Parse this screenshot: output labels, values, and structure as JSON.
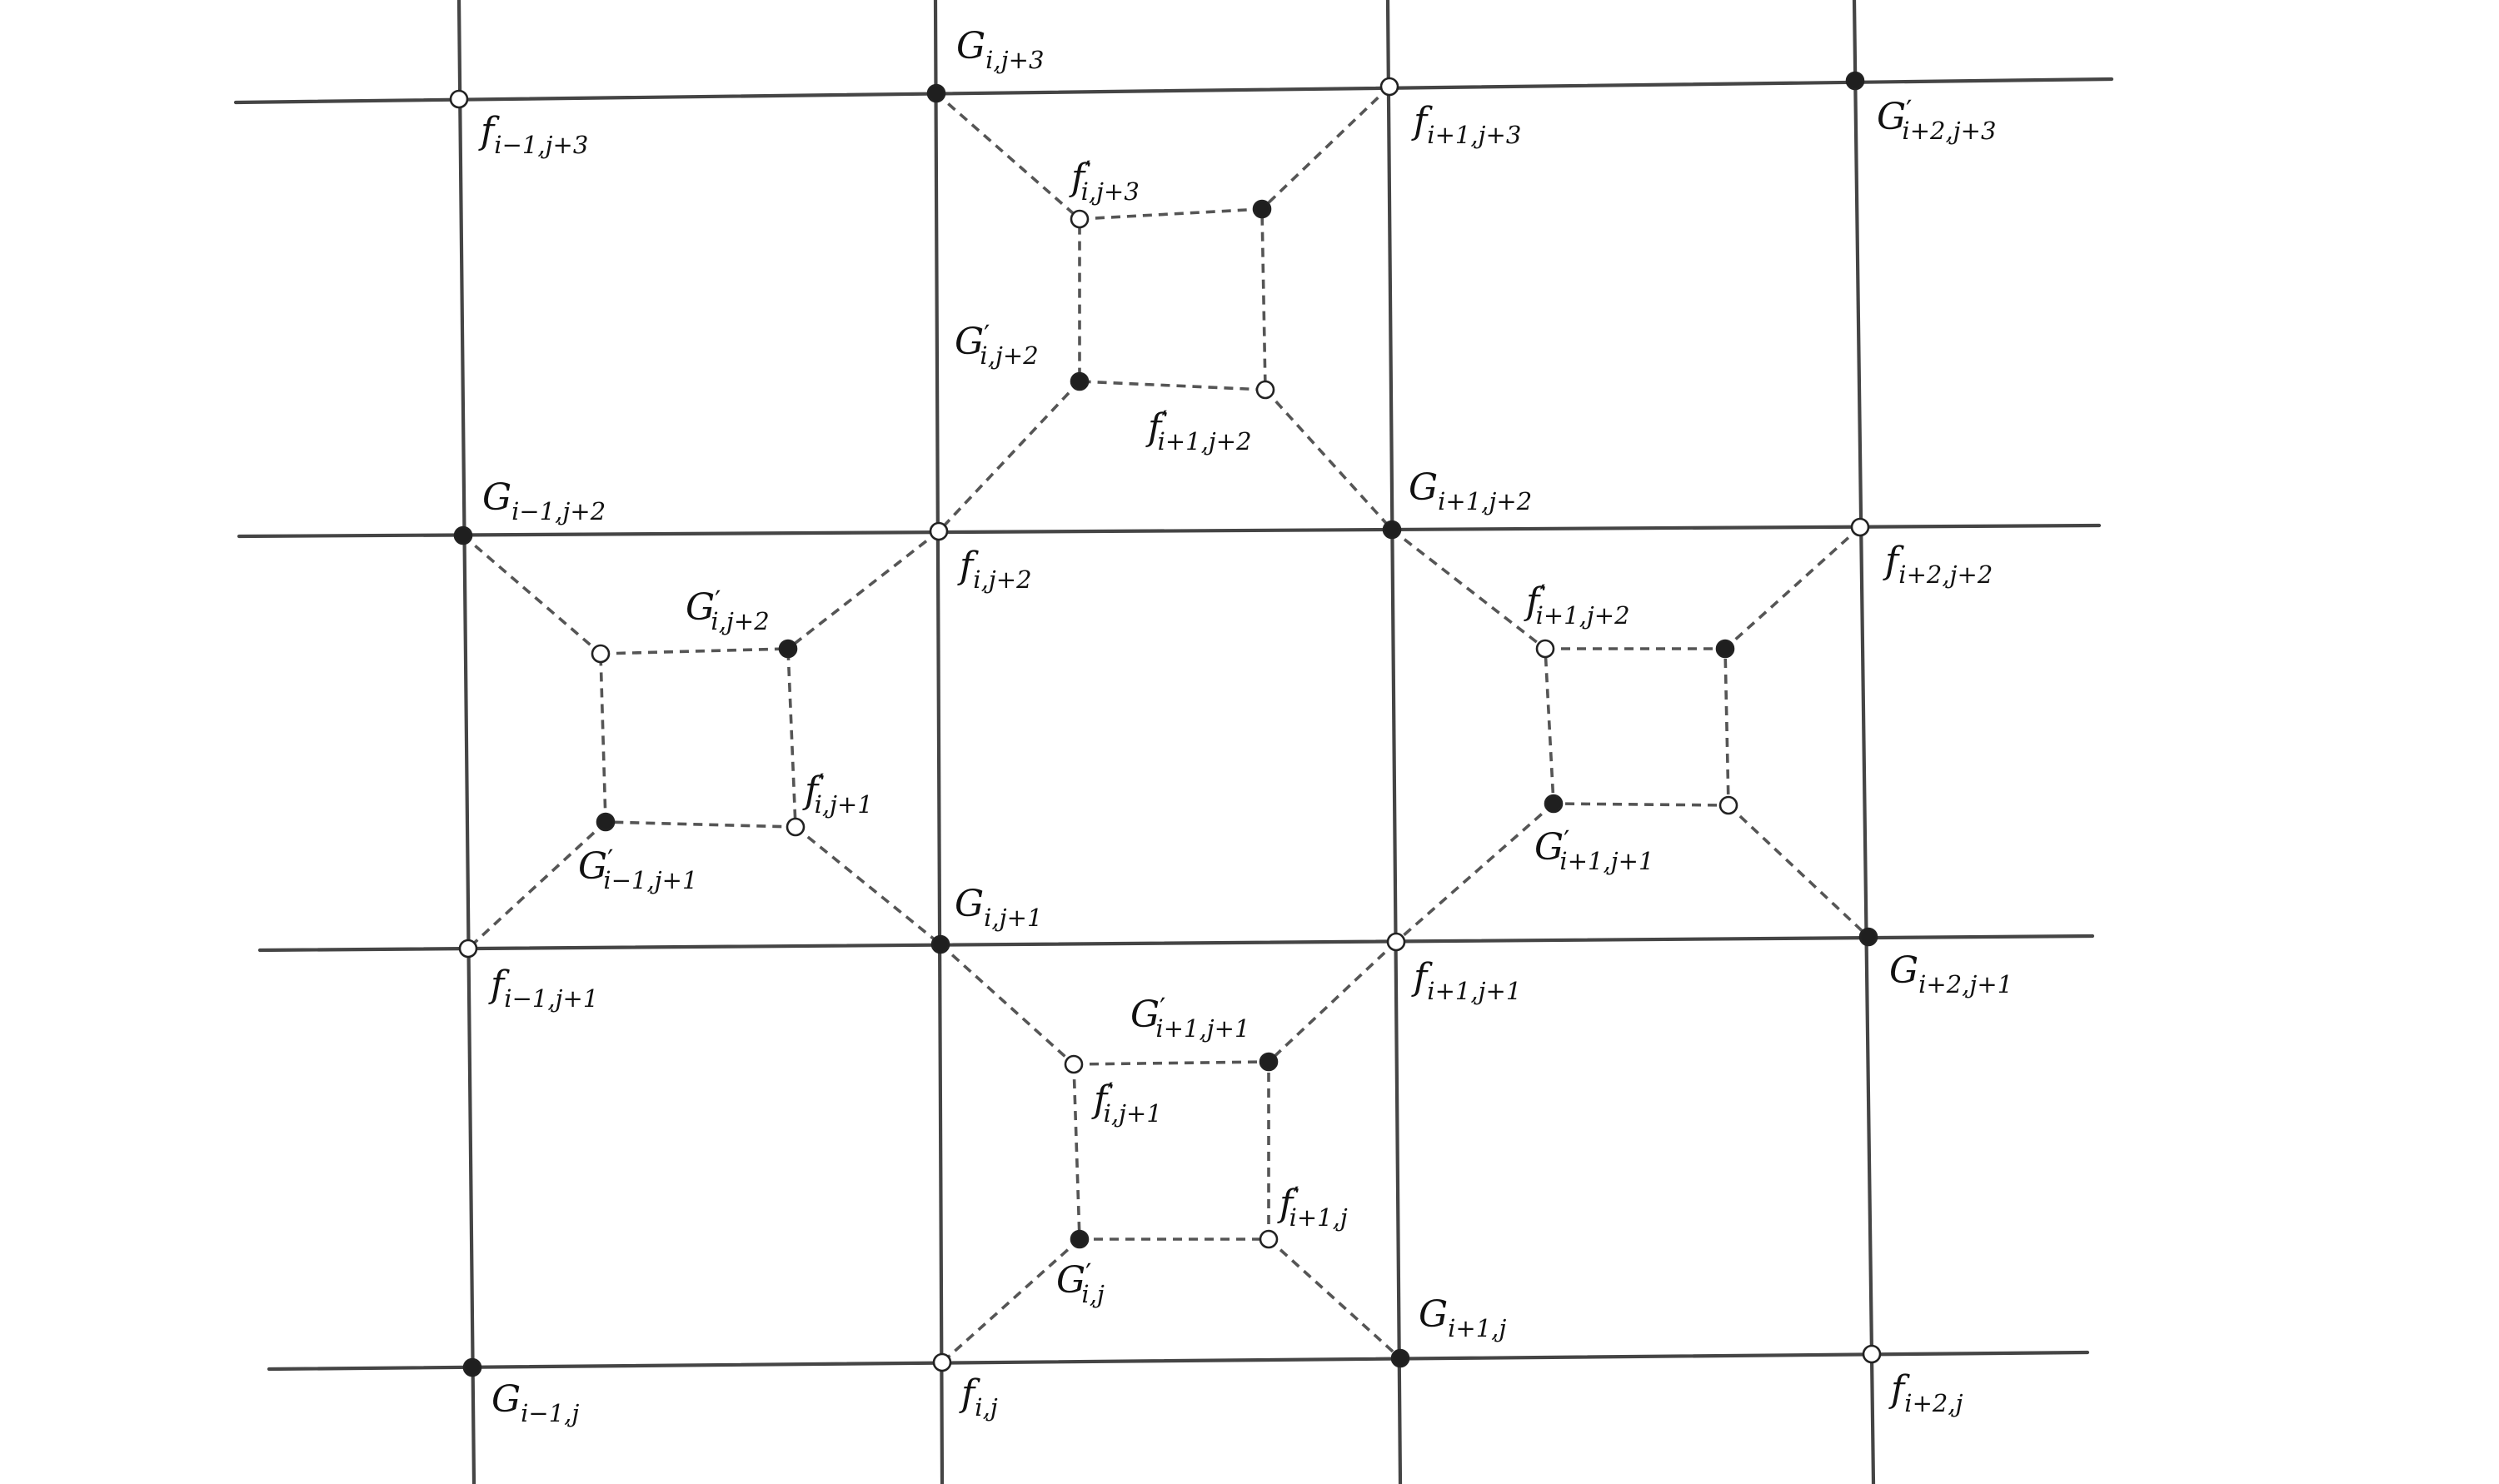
{
  "labels": {
    "G_i_j3": {
      "base": "G",
      "prime": false,
      "sub": "i,j+3"
    },
    "f_im1_j3": {
      "base": "f",
      "prime": false,
      "sub": "i−1,j+3"
    },
    "f_ip1_j3": {
      "base": "f",
      "prime": false,
      "sub": "i+1,j+3"
    },
    "G_ip2_j3": {
      "base": "G",
      "prime": true,
      "sub": "i+2,j+3"
    },
    "fp_i_j3": {
      "base": "f",
      "prime": true,
      "sub": "i,j+3"
    },
    "Gp_i_j2_top": {
      "base": "G",
      "prime": true,
      "sub": "i,j+2"
    },
    "fp_ip1_j2_top": {
      "base": "f",
      "prime": true,
      "sub": "i+1,j+2"
    },
    "G_im1_j2": {
      "base": "G",
      "prime": false,
      "sub": "i−1,j+2"
    },
    "G_ip1_j2": {
      "base": "G",
      "prime": false,
      "sub": "i+1,j+2"
    },
    "f_i_j2": {
      "base": "f",
      "prime": false,
      "sub": "i,j+2"
    },
    "f_ip2_j2": {
      "base": "f",
      "prime": false,
      "sub": "i+2,j+2"
    },
    "Gp_i_j2_left": {
      "base": "G",
      "prime": true,
      "sub": "i,j+2"
    },
    "fp_ip1_j2_right": {
      "base": "f",
      "prime": true,
      "sub": "i+1,j+2"
    },
    "fp_i_j1_left": {
      "base": "f",
      "prime": true,
      "sub": "i,j+1"
    },
    "Gp_im1_j1": {
      "base": "G",
      "prime": true,
      "sub": "i−1,j+1"
    },
    "Gp_ip1_j1_right": {
      "base": "G",
      "prime": true,
      "sub": "i+1,j+1"
    },
    "G_i_j1": {
      "base": "G",
      "prime": false,
      "sub": "i,j+1"
    },
    "f_im1_j1": {
      "base": "f",
      "prime": false,
      "sub": "i−1,j+1"
    },
    "f_ip1_j1": {
      "base": "f",
      "prime": false,
      "sub": "i+1,j+1"
    },
    "G_ip2_j1": {
      "base": "G",
      "prime": false,
      "sub": "i+2,j+1"
    },
    "Gp_ip1_j1_bottom": {
      "base": "G",
      "prime": true,
      "sub": "i+1,j+1"
    },
    "fp_i_j1_bottom": {
      "base": "f",
      "prime": true,
      "sub": "i,j+1"
    },
    "fp_ip1_j": {
      "base": "f",
      "prime": true,
      "sub": "i+1,j"
    },
    "Gp_i_j": {
      "base": "G",
      "prime": true,
      "sub": "i,j"
    },
    "G_ip1_j": {
      "base": "G",
      "prime": false,
      "sub": "i+1,j"
    },
    "G_im1_j": {
      "base": "G",
      "prime": false,
      "sub": "i−1,j"
    },
    "f_i_j": {
      "base": "f",
      "prime": false,
      "sub": "i,j"
    },
    "f_ip2_j": {
      "base": "f",
      "prime": false,
      "sub": "i+2,j"
    }
  },
  "colors": {
    "line": "#454545",
    "dashed": "#555555",
    "white_node": "#ffffff",
    "black_node": "#1f1f1f"
  }
}
